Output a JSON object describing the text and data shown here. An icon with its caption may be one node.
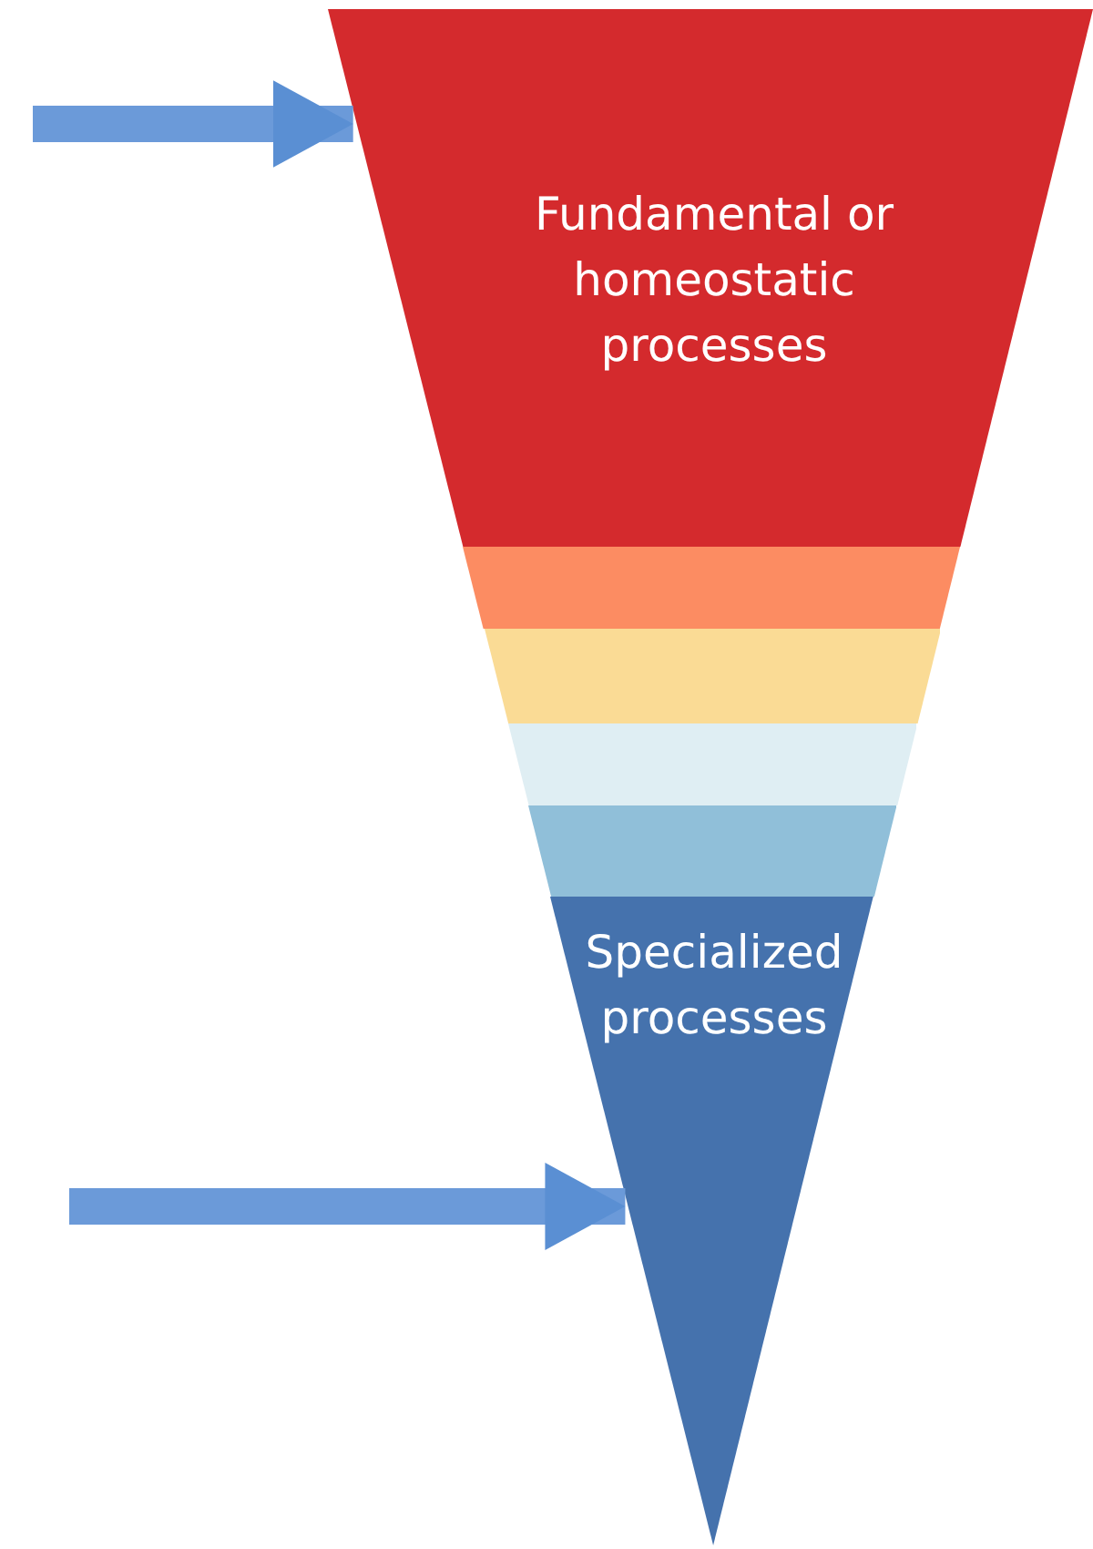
{
  "diagram": {
    "nodes": [
      {
        "text": [
          "Fundamental or homeostatic processes"
        ]
      },
      {
        "text": [],
        "shape": "bar"
      },
      {
        "text": [],
        "shape": "bar"
      },
      {
        "text": [],
        "shape": "bar"
      },
      {
        "text": [],
        "shape": "bar"
      },
      {
        "text": [
          "Specialized processes"
        ]
      }
    ],
    "edges": [
      {
        "from": null,
        "to": 0,
        "arrow": "to"
      },
      {
        "from": null,
        "to": 5,
        "arrow": "to"
      }
    ]
  }
}
